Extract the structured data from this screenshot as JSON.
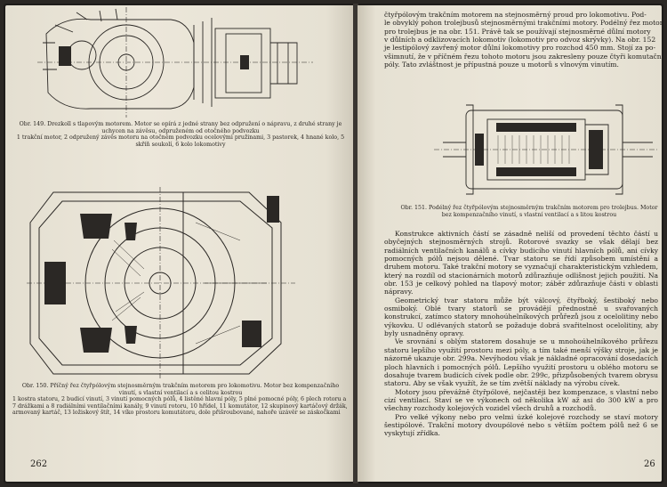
{
  "left_page": {
    "fig149_caption": "Obr. 149. Drezkoll s tlapovým motorem. Motor se opírá z jedné strany bez odpružení o nápravu, z druhé strany je uchycen na závěsu, odpruženém od otočného podvozku",
    "fig149_legend": "1 trakční motor, 2 odpružený závěs motoru na otočném podvozku ocelovými pružinami, 3 pastorek, 4 hnané kolo, 5 skříň soukolí, 6 kolo lokomotivy",
    "fig150_caption": "Obr. 150. Příčný řez čtyřpólovým stejnosměrným trakčním motorem pro lokomotivu. Motor bez kompenzačního vinutí, s vlastní ventilací a s celitou kostrou",
    "fig150_legend": "1 kostra statoru, 2 budicí vinutí, 3 vinutí pomocných pólů, 4 listěné hlavní póly, 5 plné pomocné póly, 6 plech rotoru a 7 drážkami a 8 radiálními ventilačními kanály, 9 vinutí rotoru, 10 hřídel, 11 komutátor, 12 skupinový kartáčový držák, armovaný kartáč, 13 ložiskový štít, 14 víko prostoru komutátoru, dole přišroubované, nahoře uzávěr se záskočkami",
    "page_number": "262"
  },
  "right_page": {
    "top_text": [
      "čtyřpólovým trakčním motorem na stejnosměrný proud pro lokomotivu. Pod-",
      "le obvyklý pohon trolejbusů stejnosměrnými trakčními motory. Podélný řez motoru",
      "pro trolejbus je na obr. 151. Právě tak se používají stejnosměrné důlní motory",
      "v důlních a odklizovacích lokomotiv (lokomotiv pro odvoz skrývky). Na obr. 152",
      "je lestipólový zavřený motor důlní lokomotivy pro rozchod 450 mm. Stojí za po-",
      "všimnutí, že v příčném řezu tohoto motoru jsou zakresleny pouze čtyři komutační",
      "póly. Tato zvláštnost je přípustná pouze u motorů s vlnovým vinutím."
    ],
    "fig151_caption": "Obr. 151. Podélný řez čtyřpólovým stejnosměrným trakčním motorem pro trolejbus. Motor bez kompenzačního vinutí, s vlastní ventilací a s litou kostrou",
    "body_paragraphs": [
      "Konstrukce aktivních částí se zásadně neliší od provedení těchto částí u obyčejných stejnosměrných strojů. Rotorové svazky se však dělají bez radiálních ventilačních kanálů a cívky budicího vinutí hlavních pólů, ani cívky pomocných pólů nejsou dělené. Tvar statoru se řídí způsobem umístění a druhem motoru. Také trakční motory se vyznačují charakteristickým vzhledem, který na rozdíl od stacionárních motorů zdůrazňuje odlišnost jejich použití. Na obr. 153 je celkový pohled na tlapový motor; záběr zdůrazňuje části v oblasti nápravy.",
      "Geometrický tvar statoru může být válcový, čtyřboký, šestiboký nebo osmiboký. Oblé tvary statorů se provádějí přednostně u svařovaných konstrukcí, zatímco statory mnohoúhelníkových průřezů jsou z ocelolitiny nebo výkovku. U odlévaných statorů se požaduje dobrá svařitelnost ocelolitiny, aby byly usnadněny opravy.",
      "Ve srovnání s oblým statorem dosahuje se u mnohoúhelníkového průřezu statoru lepšího využití prostoru mezi póly, a tím také menší výšky stroje, jak je názorně ukazuje obr. 299a. Nevýhodou však je nákladné opracování dosedacích ploch hlavních i pomocných pólů. Lepšího využití prostoru u oblého motoru se dosahuje tvarem budicích cívek podle obr. 299c, přizpůsobených tvarem obrysu statoru. Aby se však využít, že se tím zvětší náklady na výrobu cívek.",
      "Motory jsou převážně čtyřpólové, nejčastěji bez kompenzace, s vlastní nebo cizí ventilací. Staví se ve výkonech od několika kW až asi do 300 kW a pro všechny rozchody kolejových vozidel všech druhů a rozchodů.",
      "Pro velké výkony nebo pro velmi úzké kolejové rozchody se staví motory šestipólové. Trakční motory dvoupólové nebo s větším počtem pólů než 6 se vyskytují zřídka."
    ],
    "page_number": "26"
  }
}
